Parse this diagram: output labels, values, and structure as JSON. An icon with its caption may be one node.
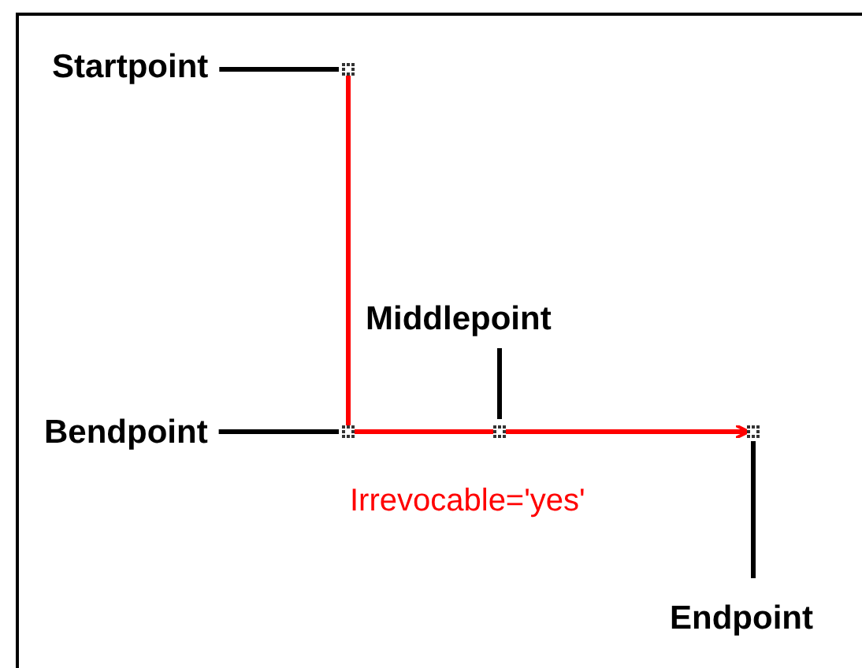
{
  "diagram": {
    "nodes": [
      {
        "text": [
          "Startpoint"
        ]
      },
      {
        "text": [
          "Middlepoint"
        ]
      },
      {
        "text": [
          "Bendpoint"
        ]
      },
      {
        "text": [
          "Endpoint"
        ]
      },
      {
        "text": [],
        "shape": "box"
      },
      {
        "text": [],
        "shape": "box"
      },
      {
        "text": [],
        "shape": "box"
      },
      {
        "text": [],
        "shape": "box"
      }
    ],
    "edges": [
      {
        "from": 4,
        "to": 5,
        "arrow": "none",
        "color": "#ff0000"
      },
      {
        "from": 5,
        "to": 6,
        "arrow": "none",
        "color": "#ff0000"
      },
      {
        "from": 6,
        "to": 7,
        "arrow": "to",
        "color": "#ff0000",
        "label": "Irrevocable='yes'"
      },
      {
        "from": 0,
        "to": 4,
        "arrow": "none"
      },
      {
        "from": 1,
        "to": 6,
        "arrow": "none"
      },
      {
        "from": 2,
        "to": 5,
        "arrow": "none"
      },
      {
        "from": 3,
        "to": 7,
        "arrow": "none"
      }
    ]
  }
}
